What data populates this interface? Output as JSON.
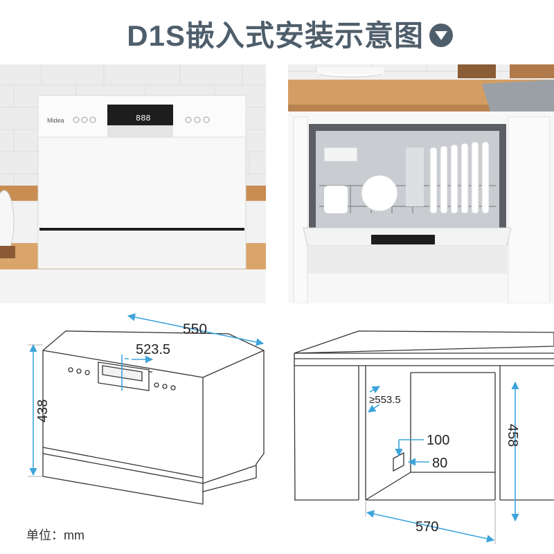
{
  "header": {
    "title": "D1S嵌入式安装示意图",
    "icon": "down-arrow-circle-icon",
    "title_color": "#4f5e6b"
  },
  "photos": {
    "left": {
      "brand": "Midea",
      "display": "888"
    }
  },
  "diagram_left": {
    "width": "550",
    "inner_width": "523.5",
    "height": "438"
  },
  "diagram_right": {
    "depth": "≥553.5",
    "hole_height": "100",
    "hole_width": "80",
    "cabinet_height": "458",
    "cabinet_width": "570"
  },
  "footer": {
    "unit": "单位：mm"
  },
  "colors": {
    "dimension_line": "#3da4dc",
    "outline": "#333333"
  }
}
